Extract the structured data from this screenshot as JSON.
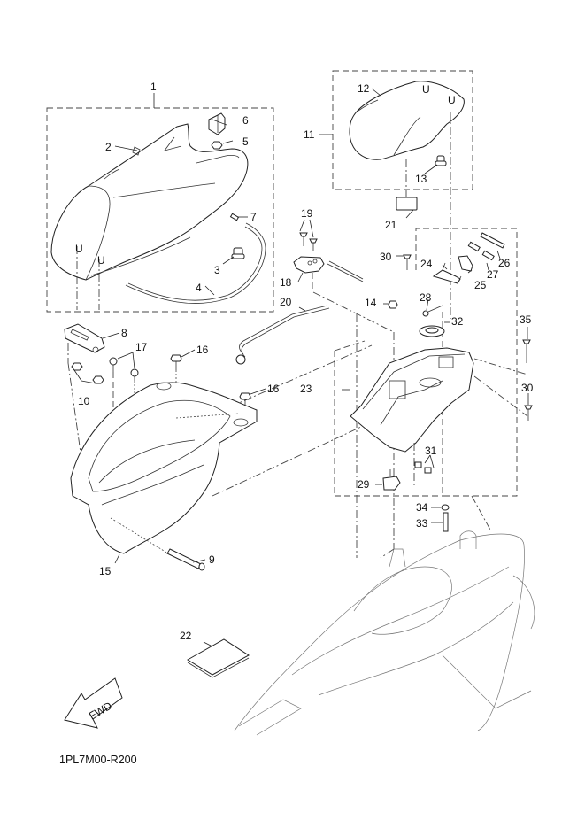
{
  "diagram": {
    "title_code": "1PL7M00-R200",
    "fwd_label": "FWD",
    "callouts": [
      {
        "id": "1",
        "label": "1"
      },
      {
        "id": "2",
        "label": "2"
      },
      {
        "id": "3",
        "label": "3"
      },
      {
        "id": "4",
        "label": "4"
      },
      {
        "id": "5",
        "label": "5"
      },
      {
        "id": "6",
        "label": "6"
      },
      {
        "id": "7",
        "label": "7"
      },
      {
        "id": "8",
        "label": "8"
      },
      {
        "id": "9",
        "label": "9"
      },
      {
        "id": "10",
        "label": "10"
      },
      {
        "id": "11",
        "label": "11"
      },
      {
        "id": "12",
        "label": "12"
      },
      {
        "id": "13",
        "label": "13"
      },
      {
        "id": "14",
        "label": "14"
      },
      {
        "id": "15",
        "label": "15"
      },
      {
        "id": "16a",
        "label": "16"
      },
      {
        "id": "16b",
        "label": "16"
      },
      {
        "id": "17",
        "label": "17"
      },
      {
        "id": "18",
        "label": "18"
      },
      {
        "id": "19",
        "label": "19"
      },
      {
        "id": "20",
        "label": "20"
      },
      {
        "id": "21",
        "label": "21"
      },
      {
        "id": "22",
        "label": "22"
      },
      {
        "id": "23",
        "label": "23"
      },
      {
        "id": "24",
        "label": "24"
      },
      {
        "id": "25",
        "label": "25"
      },
      {
        "id": "26",
        "label": "26"
      },
      {
        "id": "27",
        "label": "27"
      },
      {
        "id": "28",
        "label": "28"
      },
      {
        "id": "29",
        "label": "29"
      },
      {
        "id": "30a",
        "label": "30"
      },
      {
        "id": "30b",
        "label": "30"
      },
      {
        "id": "31",
        "label": "31"
      },
      {
        "id": "32",
        "label": "32"
      },
      {
        "id": "33",
        "label": "33"
      },
      {
        "id": "34",
        "label": "34"
      },
      {
        "id": "35",
        "label": "35"
      }
    ],
    "parts": [
      {
        "ref": "1",
        "name": "seat-assembly"
      },
      {
        "ref": "2",
        "name": "seat-emblem"
      },
      {
        "ref": "3",
        "name": "seat-damper"
      },
      {
        "ref": "4",
        "name": "seat-trim-band"
      },
      {
        "ref": "5",
        "name": "nut"
      },
      {
        "ref": "6",
        "name": "seat-bracket"
      },
      {
        "ref": "7",
        "name": "band-clip"
      },
      {
        "ref": "8",
        "name": "seat-hinge"
      },
      {
        "ref": "9",
        "name": "hinge-pin"
      },
      {
        "ref": "10",
        "name": "nuts"
      },
      {
        "ref": "11",
        "name": "rear-seat-assembly"
      },
      {
        "ref": "12",
        "name": "rear-seat"
      },
      {
        "ref": "13",
        "name": "rear-seat-damper"
      },
      {
        "ref": "14",
        "name": "nut"
      },
      {
        "ref": "15",
        "name": "storage-box"
      },
      {
        "ref": "16",
        "name": "bolt"
      },
      {
        "ref": "17",
        "name": "screws"
      },
      {
        "ref": "18",
        "name": "lock-bracket"
      },
      {
        "ref": "19",
        "name": "screws"
      },
      {
        "ref": "20",
        "name": "seat-lock-cable"
      },
      {
        "ref": "21",
        "name": "label"
      },
      {
        "ref": "22",
        "name": "owners-manual"
      },
      {
        "ref": "23",
        "name": "rear-frame-assembly"
      },
      {
        "ref": "24",
        "name": "lock-hook"
      },
      {
        "ref": "25",
        "name": "lock-plate"
      },
      {
        "ref": "26",
        "name": "bolt"
      },
      {
        "ref": "27",
        "name": "springs"
      },
      {
        "ref": "28",
        "name": "screw"
      },
      {
        "ref": "29",
        "name": "clip-box"
      },
      {
        "ref": "30",
        "name": "screws"
      },
      {
        "ref": "31",
        "name": "clips"
      },
      {
        "ref": "32",
        "name": "grommet"
      },
      {
        "ref": "33",
        "name": "hose"
      },
      {
        "ref": "34",
        "name": "clip"
      },
      {
        "ref": "35",
        "name": "screw"
      }
    ]
  }
}
